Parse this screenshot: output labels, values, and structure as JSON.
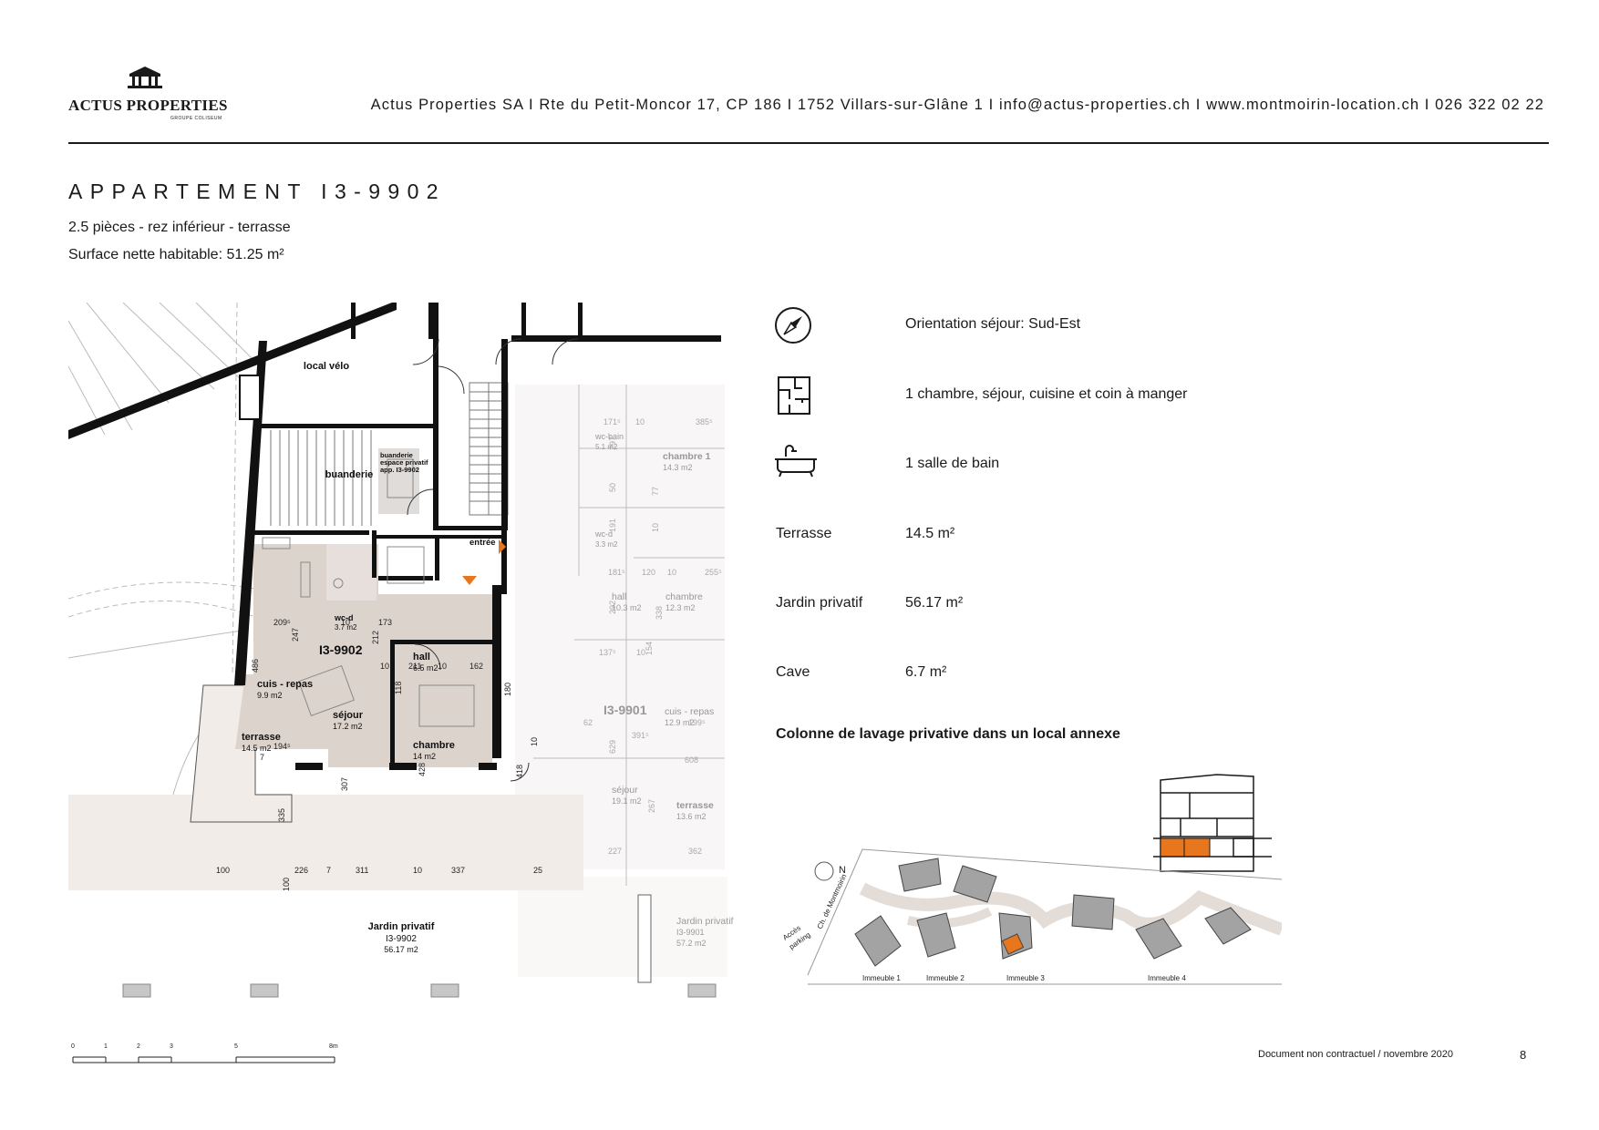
{
  "header": {
    "logo_name": "ACTUS PROPERTIES",
    "logo_sub": "GROUPE COLISEUM",
    "contact": "Actus Properties SA I Rte du Petit-Moncor 17, CP 186 I 1752 Villars-sur-Glâne 1 I info@actus-properties.ch I www.montmoirin-location.ch I 026 322 02 22"
  },
  "title": "APPARTEMENT I3-9902",
  "subtitle_1": "2.5 pièces - rez inférieur - terrasse",
  "subtitle_2": "Surface nette habitable: 51.25 m²",
  "features": [
    {
      "icon": "compass-icon",
      "text": "Orientation séjour: Sud-Est"
    },
    {
      "icon": "floorplan-icon",
      "text": "1 chambre, séjour, cuisine et coin à manger"
    },
    {
      "icon": "bathtub-icon",
      "text": "1 salle de bain"
    }
  ],
  "specs": [
    {
      "label": "Terrasse",
      "value": "14.5 m²"
    },
    {
      "label": "Jardin privatif",
      "value": "56.17 m²"
    },
    {
      "label": "Cave",
      "value": "6.7 m²"
    }
  ],
  "note": "Colonne de lavage privative dans un local annexe",
  "plan": {
    "rooms": {
      "local_velo": "local vélo",
      "buanderie": "buanderie",
      "buanderie_priv_1": "buanderie",
      "buanderie_priv_2": "espace privatif",
      "buanderie_priv_3": "app. I3-9902",
      "entree": "entrée",
      "unit": "I3-9902",
      "cuis_name": "cuis - repas",
      "cuis_area": "9.9 m2",
      "wcd_name": "wc-d",
      "wcd_area": "3.7 m2",
      "hall_name": "hall",
      "hall_area": "6.5 m2",
      "sejour_name": "séjour",
      "sejour_area": "17.2 m2",
      "chambre_name": "chambre",
      "chambre_area": "14 m2",
      "terrasse_name": "terrasse",
      "terrasse_area": "14.5 m2",
      "jardin_name": "Jardin privatif",
      "jardin_unit": "I3-9902",
      "jardin_area": "56.17 m2"
    },
    "neighbor": {
      "unit": "I3-9901",
      "wcbain": "wc-bain",
      "wcbain_area": "5.1 m2",
      "chambre": "chambre 1",
      "chambre_area": "14.3 m2",
      "wcd": "wc-d",
      "wcd_area": "3.3 m2",
      "hall": "hall",
      "hall_area": "10.3 m2",
      "chambre2": "chambre",
      "chambre2_area": "12.3 m2",
      "cuis": "cuis - repas",
      "cuis_area": "12.9 m2",
      "sejour": "séjour",
      "sejour_area": "19.1 m2",
      "terrasse": "terrasse",
      "terrasse_area": "13.6 m2",
      "jardin": "Jardin privatif",
      "jardin_unit": "I3-9901",
      "jardin_area": "57.2 m2"
    },
    "dims": [
      "209⁵",
      "10",
      "173",
      "247",
      "212",
      "10",
      "211",
      "10",
      "162",
      "486",
      "118",
      "180",
      "10",
      "194⁵",
      "7",
      "307",
      "428",
      "418",
      "100",
      "226",
      "7",
      "311",
      "10",
      "337",
      "25",
      "335",
      "100",
      "171⁵",
      "10",
      "385⁵",
      "297",
      "50",
      "191",
      "10",
      "77",
      "181⁵",
      "120",
      "10",
      "255⁵",
      "292",
      "338",
      "137⁵",
      "10",
      "154",
      "62",
      "199⁵",
      "391⁵",
      "629",
      "608",
      "267",
      "227",
      "362",
      "295"
    ]
  },
  "scale": [
    "0",
    "1",
    "2",
    "3",
    "5",
    "8m"
  ],
  "site": {
    "road": "Ch. de Montmoirin",
    "access_1": "Accès",
    "access_2": "parking",
    "north": "N",
    "buildings": [
      "Immeuble 1",
      "Immeuble 2",
      "Immeuble 3",
      "Immeuble 4"
    ]
  },
  "colors": {
    "accent": "#e8761c",
    "room_fill": "#ddd3cd",
    "garden_fill": "#f1ece8",
    "building_grey": "#a3a3a3"
  },
  "footer": {
    "note": "Document non contractuel / novembre 2020",
    "page": "8"
  }
}
